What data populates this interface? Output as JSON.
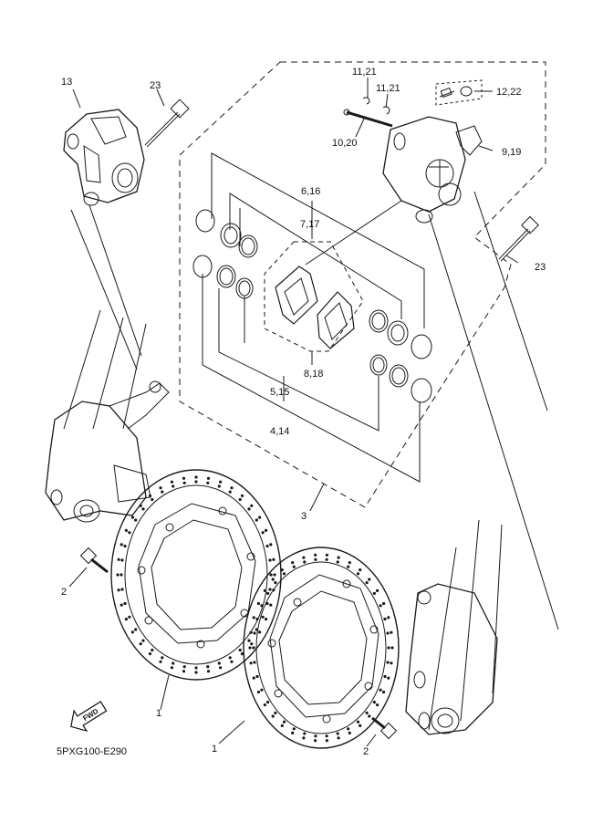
{
  "callouts": {
    "c13": "13",
    "c23a": "23",
    "c11_21a": "11,21",
    "c11_21b": "11,21",
    "c12_22": "12,22",
    "c10_20": "10,20",
    "c9_19": "9,19",
    "c23b": "23",
    "c6_16": "6,16",
    "c7_17": "7,17",
    "c8_18": "8,18",
    "c5_15": "5,15",
    "c4_14": "4,14",
    "c3": "3",
    "c2a": "2",
    "c2b": "2",
    "c1a": "1",
    "c1b": "1"
  },
  "fwd_label": "FWD",
  "diagram_code": "5PXG100-E290"
}
